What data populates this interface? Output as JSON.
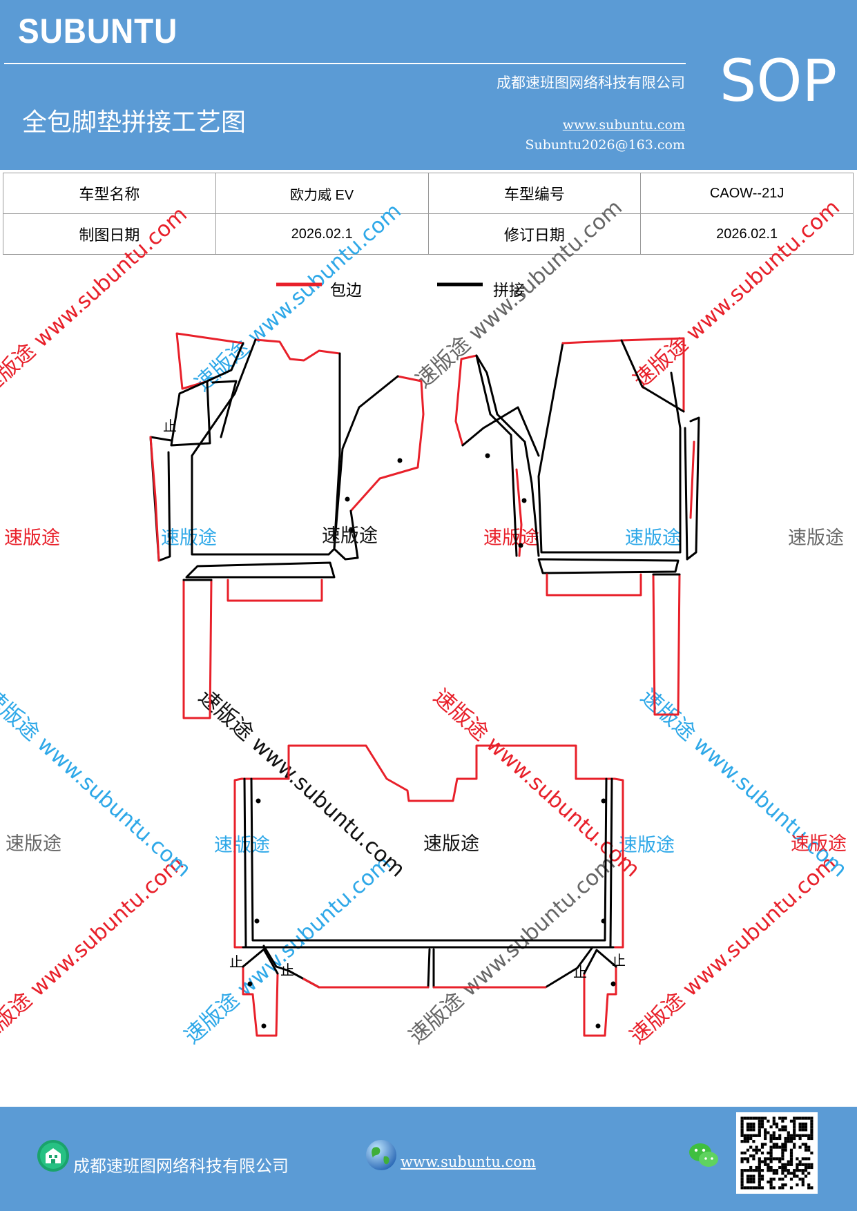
{
  "header": {
    "brand": "SUBUNTU",
    "company": "成都速班图网络科技有限公司",
    "title": "全包脚垫拼接工艺图",
    "website": "www.subuntu.com",
    "email": "Subuntu2026@163.com",
    "badge": "SOP"
  },
  "info_table": {
    "row1": {
      "label1": "车型名称",
      "value1": "欧力威 EV",
      "label2": "车型编号",
      "value2": "CAOW--21J"
    },
    "row2": {
      "label1": "制图日期",
      "value1": "2026.02.1",
      "label2": "修订日期",
      "value2": "2026.02.1"
    }
  },
  "legend": {
    "items": [
      {
        "label": "包边",
        "color": "#e8202a"
      },
      {
        "label": "拼接",
        "color": "#000000"
      }
    ]
  },
  "drawing": {
    "stop_mark": "止",
    "piece_label": "速版途"
  },
  "watermark": {
    "diag_text": "速版途 www.subuntu.com",
    "flat_text": "速版途",
    "colors": {
      "red": "#e8202a",
      "blue": "#2ea8e8",
      "gray": "#666666",
      "black": "#111111"
    }
  },
  "footer": {
    "company": "成都速班图网络科技有限公司",
    "website": "www.subuntu.com",
    "icons": [
      "building-icon",
      "globe-icon",
      "wechat-icon",
      "qr-code"
    ]
  }
}
